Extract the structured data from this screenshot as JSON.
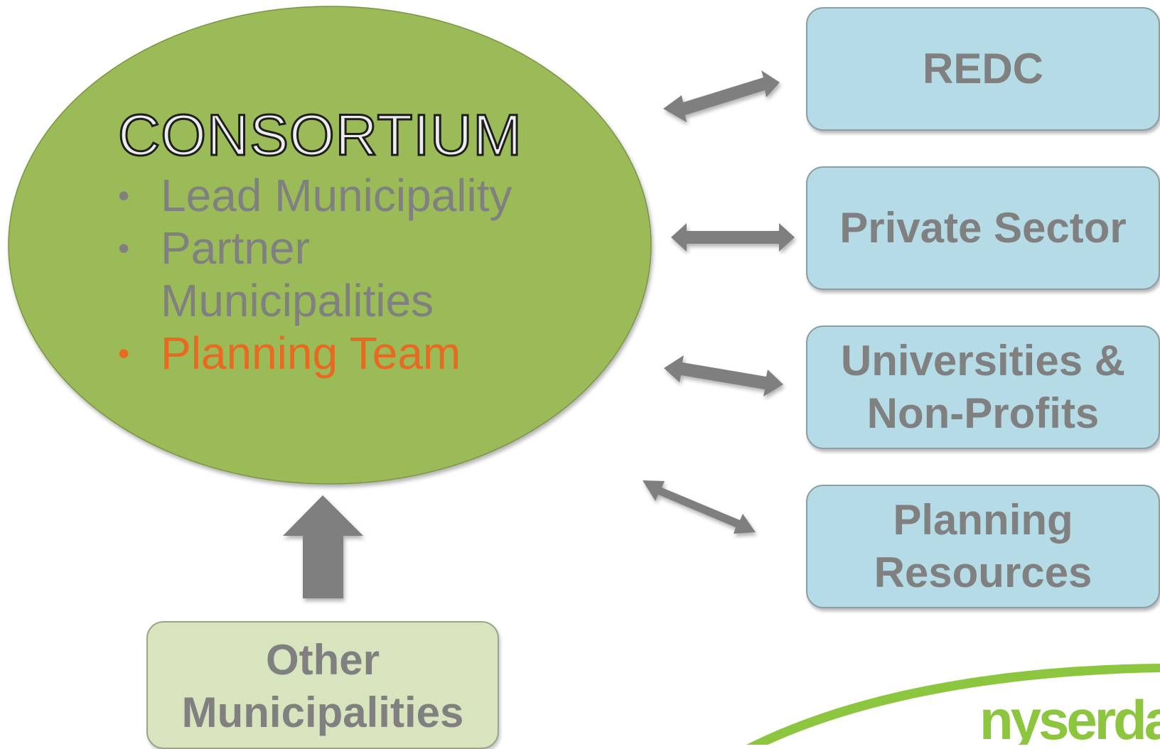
{
  "consortium": {
    "title": "CONSORTIUM",
    "members": [
      {
        "label": "Lead Municipality"
      },
      {
        "label": "Partner Municipalities"
      },
      {
        "label": "Planning Team"
      }
    ],
    "bullet": "•"
  },
  "partners": [
    {
      "label": "REDC"
    },
    {
      "label": "Private Sector"
    },
    {
      "label": "Universities & Non-Profits"
    },
    {
      "label": "Planning Resources"
    }
  ],
  "feeder": {
    "label": "Other Municipalities"
  },
  "logo": {
    "text": "nyserda"
  },
  "colors": {
    "ellipse_fill": "#9bbb59",
    "partner_box_fill": "#b5dce6",
    "feeder_box_fill": "#d7e4bd",
    "arrow": "#7f7f7f",
    "body_text": "#808080",
    "accent_text": "#e8691f",
    "logo_green": "#8cc63f"
  }
}
